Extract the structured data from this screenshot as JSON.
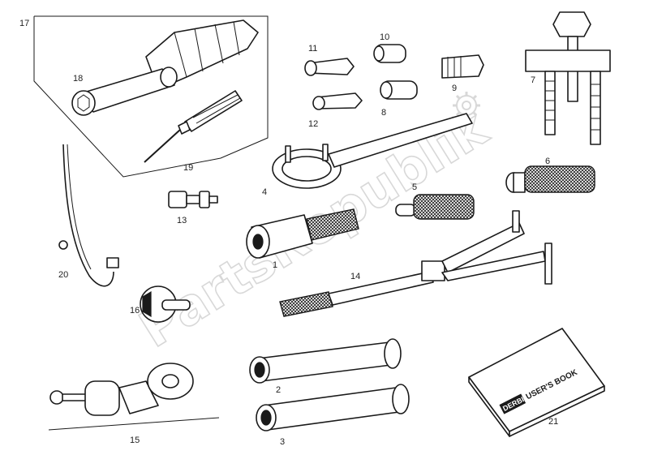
{
  "watermark": "PartsRepublik",
  "book": {
    "brand": "DERBI",
    "title": "USER'S BOOK"
  },
  "callouts": {
    "c1": "1",
    "c2": "2",
    "c3": "3",
    "c4": "4",
    "c5": "5",
    "c6": "6",
    "c7": "7",
    "c8": "8",
    "c9": "9",
    "c10": "10",
    "c11": "11",
    "c12": "12",
    "c13": "13",
    "c14": "14",
    "c15": "15",
    "c16": "16",
    "c17": "17",
    "c18": "18",
    "c19": "19",
    "c20": "20",
    "c21": "21"
  }
}
